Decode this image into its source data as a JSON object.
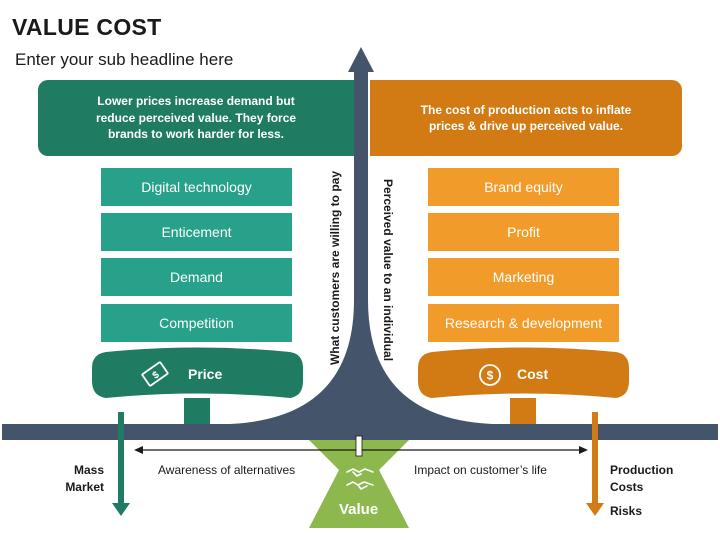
{
  "header": {
    "title": "VALUE COST",
    "subtitle": "Enter your sub headline here"
  },
  "left": {
    "banner": "Lower prices increase demand but reduce perceived value. They force brands to work harder for less.",
    "items": [
      "Digital technology",
      "Enticement",
      "Demand",
      "Competition"
    ],
    "pill_label": "Price",
    "pill_icon": "money-bill-icon",
    "axis_label": "What customers are willing to pay",
    "bottom_label": [
      "Mass",
      "Market"
    ],
    "color_dark": "#1f7c63",
    "color_light": "#27a18a"
  },
  "right": {
    "banner": "The cost of production acts to inflate prices & drive up perceived value.",
    "items": [
      "Brand equity",
      "Profit",
      "Marketing",
      "Research & development"
    ],
    "pill_label": "Cost",
    "pill_icon": "dollar-circle-icon",
    "axis_label": "Perceived value to an individual",
    "bottom_label": [
      "Production",
      "Costs"
    ],
    "bottom_label_2": "Risks",
    "color_dark": "#d27a13",
    "color_light": "#f19c2a"
  },
  "center": {
    "left_arrow_label": "Awareness of alternatives",
    "right_arrow_label": "Impact on customer’s life",
    "value_label": "Value",
    "value_icon": "handshake-icon",
    "value_color": "#8cb84e",
    "axis_color": "#44546a"
  }
}
